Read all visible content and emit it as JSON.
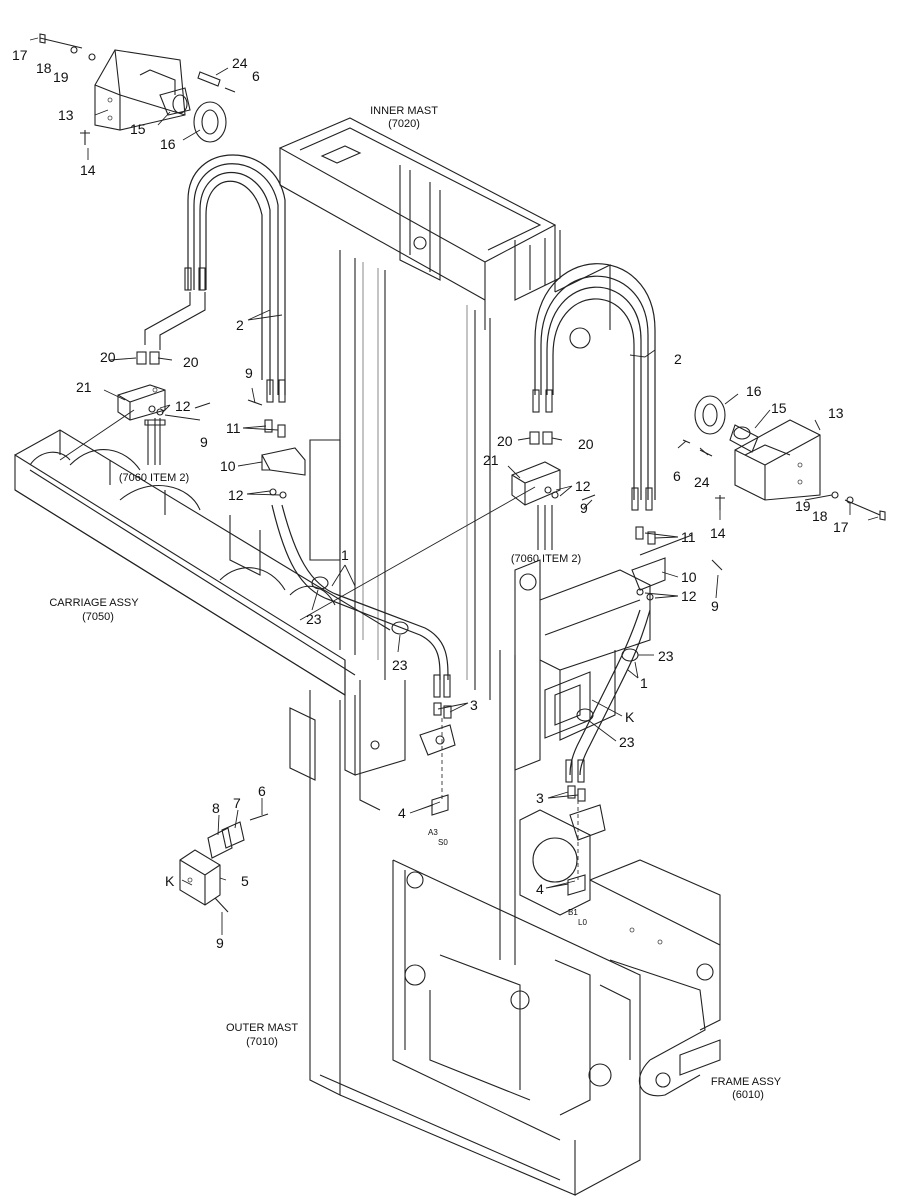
{
  "diagram": {
    "assembly_labels": {
      "inner_mast": {
        "name": "INNER MAST",
        "code": "(7020)"
      },
      "carriage_assy": {
        "name": "CARRIAGE ASSY",
        "code": "(7050)"
      },
      "outer_mast": {
        "name": "OUTER MAST",
        "code": "(7010)"
      },
      "frame_assy": {
        "name": "FRAME ASSY",
        "code": "(6010)"
      }
    },
    "refs": {
      "left": "(7060 ITEM 2)",
      "right": "(7060 ITEM 2)"
    },
    "port_marks": {
      "a3": "A3",
      "s0": "S0",
      "b1": "B1",
      "l0": "L0"
    },
    "callouts": {
      "c17a": "17",
      "c18a": "18",
      "c19a": "19",
      "c13a": "13",
      "c24a": "24",
      "c6a": "6",
      "c15a": "15",
      "c16a": "16",
      "c14a": "14",
      "c2a": "2",
      "c20a": "20",
      "c20b": "20",
      "c21a": "21",
      "c12a": "12",
      "c9a": "9",
      "c9b": "9",
      "c11a": "11",
      "c10a": "10",
      "c12b": "12",
      "c1a": "1",
      "c23a": "23",
      "c23b": "23",
      "c3a": "3",
      "c4a": "4",
      "c2b": "2",
      "c16b": "16",
      "c15b": "15",
      "c13b": "13",
      "c20c": "20",
      "c20d": "20",
      "c6b": "6",
      "c24b": "24",
      "c14b": "14",
      "c19b": "19",
      "c18b": "18",
      "c17b": "17",
      "c21b": "21",
      "c12c": "12",
      "c9c": "9",
      "c11b": "11",
      "c10b": "10",
      "c12d": "12",
      "c9d": "9",
      "c23c": "23",
      "c1b": "1",
      "ck1": "K",
      "c23d": "23",
      "c3b": "3",
      "c4b": "4",
      "c8": "8",
      "c7": "7",
      "c6c": "6",
      "ck2": "K",
      "c5": "5",
      "c9e": "9"
    }
  }
}
